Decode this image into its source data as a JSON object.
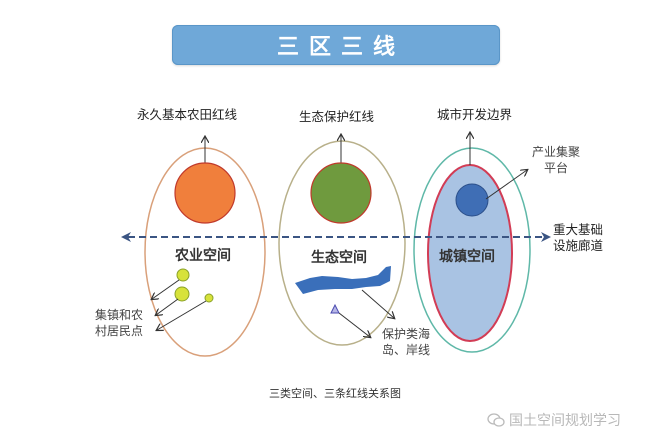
{
  "banner": {
    "title": "三区三线"
  },
  "top_labels": {
    "farmland": "永久基本农田红线",
    "ecology": "生态保护红线",
    "urban": "城市开发边界"
  },
  "spaces": {
    "agriculture": "农业空间",
    "ecology": "生态空间",
    "urban": "城镇空间"
  },
  "annotations": {
    "settlements_line1": "集镇和农",
    "settlements_line2": "村居民点",
    "islands_line1": "保护类海",
    "islands_line2": "岛、岸线",
    "industry_line1": "产业集聚",
    "industry_line2": "平台",
    "corridor_line1": "重大基础",
    "corridor_line2": "设施廊道"
  },
  "caption": "三类空间、三条红线关系图",
  "watermark": {
    "icon": "wechat-icon",
    "text": "国土空间规划学习"
  },
  "colors": {
    "banner": "#6fa8d8",
    "farmland_circle": "#f07f3c",
    "ecology_circle": "#6f9a3e",
    "urban_fill": "#a9c3e3",
    "urban_border": "#d23c55",
    "urban_outer": "#5fb8a8",
    "industry_circle": "#3f6eb5",
    "settlement_dot": "#d7e23a",
    "ellipse_border": "#d9a07a",
    "island_shape": "#3a6fba",
    "corridor": "#3b5583"
  }
}
